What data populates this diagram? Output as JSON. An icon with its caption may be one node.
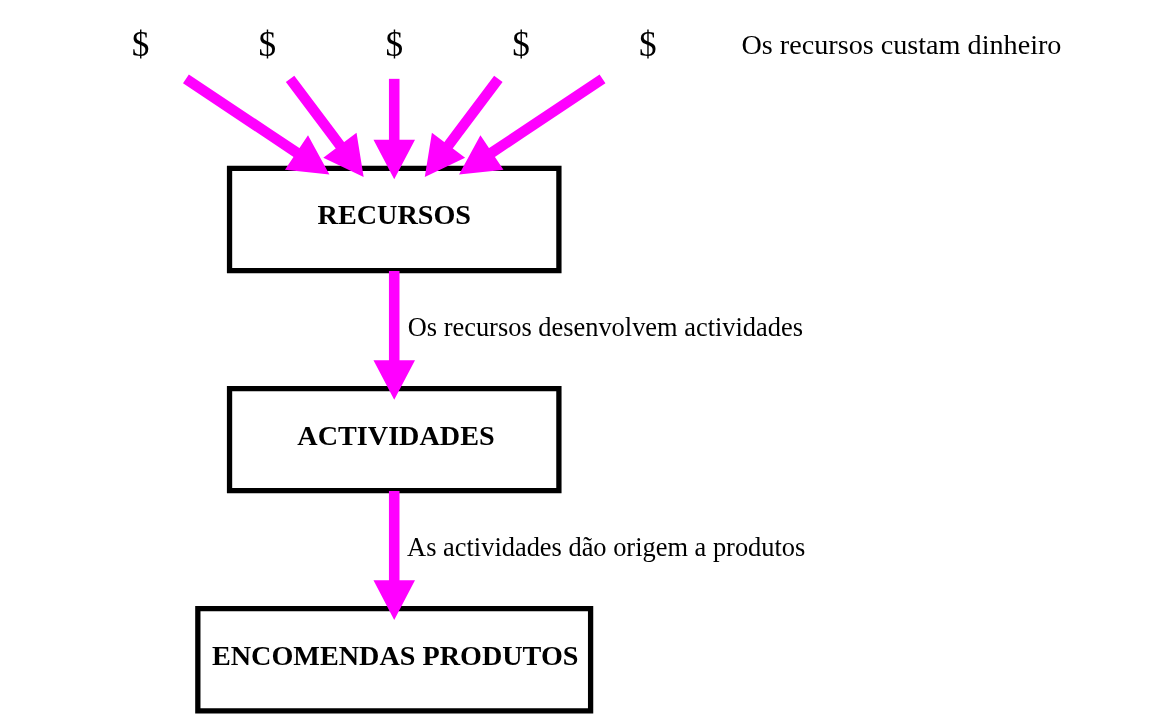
{
  "diagram": {
    "nodes": [
      {
        "text": [
          "$"
        ]
      },
      {
        "text": [
          "$"
        ]
      },
      {
        "text": [
          "$"
        ]
      },
      {
        "text": [
          "$"
        ]
      },
      {
        "text": [
          "$"
        ]
      },
      {
        "text": [
          "RECURSOS"
        ]
      },
      {
        "text": [
          "ACTIVIDADES"
        ]
      },
      {
        "text": [
          "ENCOMENDAS PRODUTOS"
        ]
      }
    ],
    "edges": [
      {
        "from": 0,
        "to": 5,
        "arrow": "to",
        "color": "#ff00ff"
      },
      {
        "from": 1,
        "to": 5,
        "arrow": "to",
        "color": "#ff00ff"
      },
      {
        "from": 2,
        "to": 5,
        "arrow": "to",
        "color": "#ff00ff"
      },
      {
        "from": 3,
        "to": 5,
        "arrow": "to",
        "color": "#ff00ff"
      },
      {
        "from": 4,
        "to": 5,
        "arrow": "to",
        "color": "#ff00ff"
      },
      {
        "from": 5,
        "to": 6,
        "arrow": "to",
        "label": "Os recursos desenvolvem actividades",
        "color": "#ff00ff"
      },
      {
        "from": 6,
        "to": 7,
        "arrow": "to",
        "label": "As actividades dão origem a produtos",
        "color": "#ff00ff"
      }
    ],
    "labels": [
      "Os recursos custam dinheiro"
    ]
  }
}
